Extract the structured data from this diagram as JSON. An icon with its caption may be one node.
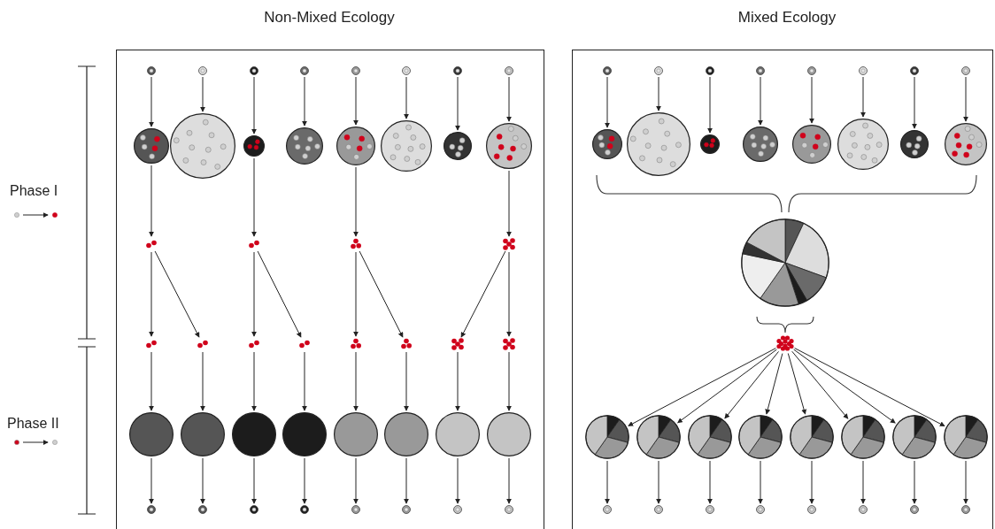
{
  "diagram": {
    "nodes": [
      {
        "text": [
          "Non-Mixed Ecology"
        ]
      },
      {
        "text": [],
        "shape": "circle",
        "in": 0
      },
      {
        "text": [],
        "shape": "circle",
        "in": 0
      },
      {
        "text": [],
        "shape": "circle",
        "in": 0
      },
      {
        "text": [],
        "shape": "circle",
        "in": 0
      },
      {
        "text": [],
        "shape": "circle",
        "in": 0
      },
      {
        "text": [],
        "shape": "circle",
        "in": 0
      },
      {
        "text": [],
        "shape": "circle",
        "in": 0
      },
      {
        "text": [],
        "shape": "circle",
        "in": 0
      },
      {
        "text": [],
        "shape": "circle",
        "in": 0
      },
      {
        "text": [],
        "shape": "circle",
        "in": 0
      },
      {
        "text": [],
        "shape": "circle",
        "in": 0
      },
      {
        "text": [],
        "shape": "circle",
        "in": 0
      },
      {
        "text": [],
        "shape": "circle",
        "in": 0
      },
      {
        "text": [],
        "shape": "circle",
        "in": 0
      },
      {
        "text": [],
        "shape": "circle",
        "in": 0
      },
      {
        "text": [],
        "shape": "circle",
        "in": 0
      },
      {
        "text": [],
        "shape": "dots",
        "in": 0
      },
      {
        "text": [],
        "shape": "dots",
        "in": 0
      },
      {
        "text": [],
        "shape": "dots",
        "in": 0
      },
      {
        "text": [],
        "shape": "dots",
        "in": 0
      },
      {
        "text": [],
        "shape": "dots",
        "in": 0
      },
      {
        "text": [],
        "shape": "dots",
        "in": 0
      },
      {
        "text": [],
        "shape": "dots",
        "in": 0
      },
      {
        "text": [],
        "shape": "dots",
        "in": 0
      },
      {
        "text": [],
        "shape": "dots",
        "in": 0
      },
      {
        "text": [],
        "shape": "dots",
        "in": 0
      },
      {
        "text": [],
        "shape": "dots",
        "in": 0
      },
      {
        "text": [],
        "shape": "dots",
        "in": 0
      },
      {
        "text": [],
        "shape": "circle",
        "in": 0
      },
      {
        "text": [],
        "shape": "circle",
        "in": 0
      },
      {
        "text": [],
        "shape": "circle",
        "in": 0
      },
      {
        "text": [],
        "shape": "circle",
        "in": 0
      },
      {
        "text": [],
        "shape": "circle",
        "in": 0
      },
      {
        "text": [],
        "shape": "circle",
        "in": 0
      },
      {
        "text": [],
        "shape": "circle",
        "in": 0
      },
      {
        "text": [],
        "shape": "circle",
        "in": 0
      },
      {
        "text": [],
        "shape": "circle",
        "in": 0
      },
      {
        "text": [],
        "shape": "circle",
        "in": 0
      },
      {
        "text": [],
        "shape": "circle",
        "in": 0
      },
      {
        "text": [],
        "shape": "circle",
        "in": 0
      },
      {
        "text": [],
        "shape": "circle",
        "in": 0
      },
      {
        "text": [],
        "shape": "circle",
        "in": 0
      },
      {
        "text": [],
        "shape": "circle",
        "in": 0
      },
      {
        "text": [],
        "shape": "circle",
        "in": 0
      },
      {
        "text": [
          "Mixed Ecology"
        ]
      },
      {
        "text": [],
        "shape": "circle",
        "in": 45
      },
      {
        "text": [],
        "shape": "circle",
        "in": 45
      },
      {
        "text": [],
        "shape": "circle",
        "in": 45
      },
      {
        "text": [],
        "shape": "circle",
        "in": 45
      },
      {
        "text": [],
        "shape": "circle",
        "in": 45
      },
      {
        "text": [],
        "shape": "circle",
        "in": 45
      },
      {
        "text": [],
        "shape": "circle",
        "in": 45
      },
      {
        "text": [],
        "shape": "circle",
        "in": 45
      },
      {
        "text": [],
        "shape": "circle",
        "in": 45
      },
      {
        "text": [],
        "shape": "circle",
        "in": 45
      },
      {
        "text": [],
        "shape": "circle",
        "in": 45
      },
      {
        "text": [],
        "shape": "circle",
        "in": 45
      },
      {
        "text": [],
        "shape": "circle",
        "in": 45
      },
      {
        "text": [],
        "shape": "circle",
        "in": 45
      },
      {
        "text": [],
        "shape": "circle",
        "in": 45
      },
      {
        "text": [],
        "shape": "circle",
        "in": 45
      },
      {
        "text": [],
        "shape": "pie",
        "in": 45
      },
      {
        "text": [],
        "shape": "dots",
        "in": 45
      },
      {
        "text": [],
        "shape": "pie",
        "in": 45
      },
      {
        "text": [],
        "shape": "pie",
        "in": 45
      },
      {
        "text": [],
        "shape": "pie",
        "in": 45
      },
      {
        "text": [],
        "shape": "pie",
        "in": 45
      },
      {
        "text": [],
        "shape": "pie",
        "in": 45
      },
      {
        "text": [],
        "shape": "pie",
        "in": 45
      },
      {
        "text": [],
        "shape": "pie",
        "in": 45
      },
      {
        "text": [],
        "shape": "pie",
        "in": 45
      },
      {
        "text": [],
        "shape": "circle",
        "in": 45
      },
      {
        "text": [],
        "shape": "circle",
        "in": 45
      },
      {
        "text": [],
        "shape": "circle",
        "in": 45
      },
      {
        "text": [],
        "shape": "circle",
        "in": 45
      },
      {
        "text": [],
        "shape": "circle",
        "in": 45
      },
      {
        "text": [],
        "shape": "circle",
        "in": 45
      },
      {
        "text": [],
        "shape": "circle",
        "in": 45
      },
      {
        "text": [],
        "shape": "circle",
        "in": 45
      }
    ],
    "edges": [
      {
        "from": 1,
        "to": 9,
        "arrow": "to"
      },
      {
        "from": 2,
        "to": 10,
        "arrow": "to"
      },
      {
        "from": 3,
        "to": 11,
        "arrow": "to"
      },
      {
        "from": 4,
        "to": 12,
        "arrow": "to"
      },
      {
        "from": 5,
        "to": 13,
        "arrow": "to"
      },
      {
        "from": 6,
        "to": 14,
        "arrow": "to"
      },
      {
        "from": 7,
        "to": 15,
        "arrow": "to"
      },
      {
        "from": 8,
        "to": 16,
        "arrow": "to"
      },
      {
        "from": 9,
        "to": 17,
        "arrow": "to"
      },
      {
        "from": 11,
        "to": 18,
        "arrow": "to"
      },
      {
        "from": 13,
        "to": 19,
        "arrow": "to"
      },
      {
        "from": 16,
        "to": 20,
        "arrow": "to"
      },
      {
        "from": 17,
        "to": 21,
        "arrow": "to"
      },
      {
        "from": 17,
        "to": 22,
        "arrow": "to"
      },
      {
        "from": 18,
        "to": 23,
        "arrow": "to"
      },
      {
        "from": 18,
        "to": 24,
        "arrow": "to"
      },
      {
        "from": 19,
        "to": 25,
        "arrow": "to"
      },
      {
        "from": 19,
        "to": 26,
        "arrow": "to"
      },
      {
        "from": 20,
        "to": 27,
        "arrow": "to"
      },
      {
        "from": 20,
        "to": 28,
        "arrow": "to"
      },
      {
        "from": 21,
        "to": 29,
        "arrow": "to"
      },
      {
        "from": 22,
        "to": 30,
        "arrow": "to"
      },
      {
        "from": 23,
        "to": 31,
        "arrow": "to"
      },
      {
        "from": 24,
        "to": 32,
        "arrow": "to"
      },
      {
        "from": 25,
        "to": 33,
        "arrow": "to"
      },
      {
        "from": 26,
        "to": 34,
        "arrow": "to"
      },
      {
        "from": 27,
        "to": 35,
        "arrow": "to"
      },
      {
        "from": 28,
        "to": 36,
        "arrow": "to"
      },
      {
        "from": 29,
        "to": 37,
        "arrow": "to"
      },
      {
        "from": 30,
        "to": 38,
        "arrow": "to"
      },
      {
        "from": 31,
        "to": 39,
        "arrow": "to"
      },
      {
        "from": 32,
        "to": 40,
        "arrow": "to"
      },
      {
        "from": 33,
        "to": 41,
        "arrow": "to"
      },
      {
        "from": 34,
        "to": 42,
        "arrow": "to"
      },
      {
        "from": 35,
        "to": 43,
        "arrow": "to"
      },
      {
        "from": 36,
        "to": 44,
        "arrow": "to"
      },
      {
        "from": 46,
        "to": 54,
        "arrow": "to"
      },
      {
        "from": 47,
        "to": 55,
        "arrow": "to"
      },
      {
        "from": 48,
        "to": 56,
        "arrow": "to"
      },
      {
        "from": 49,
        "to": 57,
        "arrow": "to"
      },
      {
        "from": 50,
        "to": 58,
        "arrow": "to"
      },
      {
        "from": 51,
        "to": 59,
        "arrow": "to"
      },
      {
        "from": 52,
        "to": 60,
        "arrow": "to"
      },
      {
        "from": 53,
        "to": 61,
        "arrow": "to"
      },
      {
        "from": 63,
        "to": 64,
        "arrow": "to"
      },
      {
        "from": 63,
        "to": 65,
        "arrow": "to"
      },
      {
        "from": 63,
        "to": 66,
        "arrow": "to"
      },
      {
        "from": 63,
        "to": 67,
        "arrow": "to"
      },
      {
        "from": 63,
        "to": 68,
        "arrow": "to"
      },
      {
        "from": 63,
        "to": 69,
        "arrow": "to"
      },
      {
        "from": 63,
        "to": 70,
        "arrow": "to"
      },
      {
        "from": 63,
        "to": 71,
        "arrow": "to"
      },
      {
        "from": 64,
        "to": 72,
        "arrow": "to"
      },
      {
        "from": 65,
        "to": 73,
        "arrow": "to"
      },
      {
        "from": 66,
        "to": 74,
        "arrow": "to"
      },
      {
        "from": 67,
        "to": 75,
        "arrow": "to"
      },
      {
        "from": 68,
        "to": 76,
        "arrow": "to"
      },
      {
        "from": 69,
        "to": 77,
        "arrow": "to"
      },
      {
        "from": 70,
        "to": 78,
        "arrow": "to"
      },
      {
        "from": 71,
        "to": 79,
        "arrow": "to"
      }
    ],
    "labels": [
      "Phase I",
      "Phase II"
    ]
  }
}
